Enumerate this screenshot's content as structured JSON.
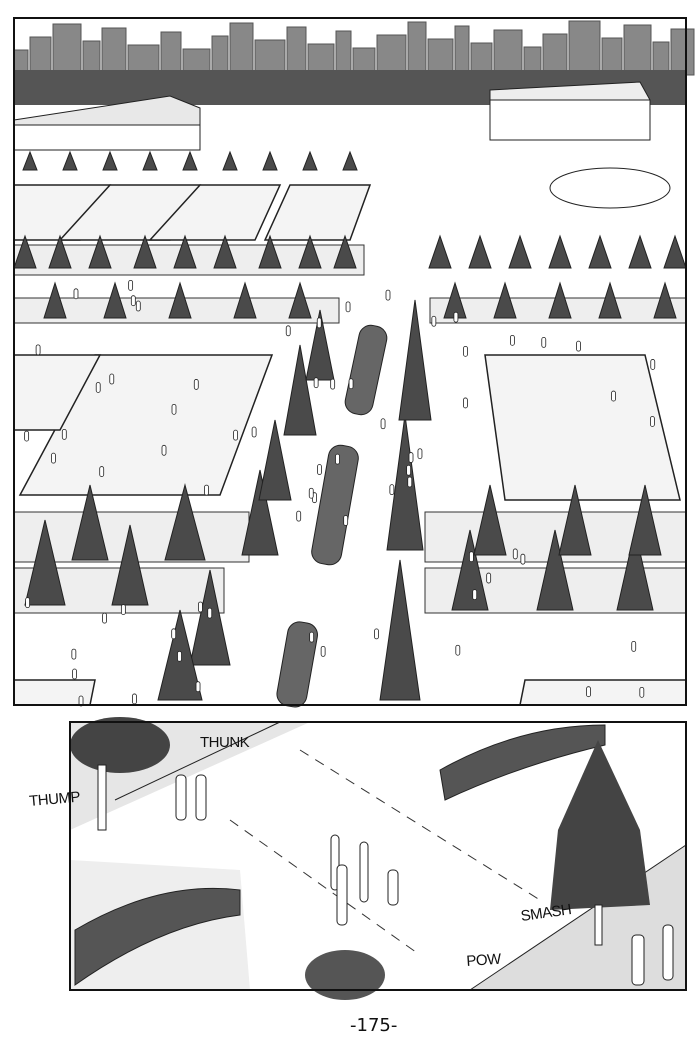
{
  "sound_effects": {
    "thunk": "THUNK",
    "thump": "THUMP",
    "smash": "SMASH",
    "pow": "POW"
  },
  "page_number": "-175-"
}
